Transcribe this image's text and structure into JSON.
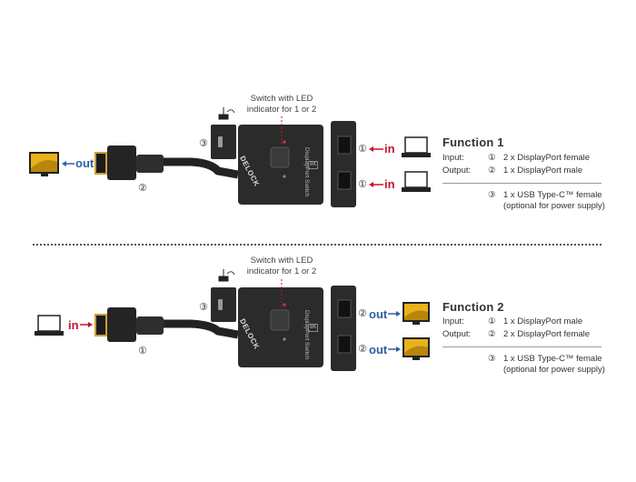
{
  "panel1": {
    "switch_caption": [
      "Switch with LED",
      "indicator for 1 or 2"
    ],
    "device_brand": "DELOCK",
    "device_product": "DisplayPort Switch",
    "device_badge": "8K",
    "cable_marker": "②",
    "usbc_marker": "③",
    "port_markers": [
      "①",
      "①"
    ],
    "left_arrow_label": "out",
    "right_arrow_labels": [
      "in",
      "in"
    ],
    "function_title": "Function  1",
    "input_label": "Input:",
    "input_num": "①",
    "input_value": "2 x DisplayPort female",
    "output_label": "Output:",
    "output_num": "②",
    "output_value": "1 x DisplayPort male",
    "power_num": "③",
    "power_line1": "1 x USB Type-C™ female",
    "power_line2": "(optional for power supply)"
  },
  "panel2": {
    "switch_caption": [
      "Switch with LED",
      "indicator for 1 or 2"
    ],
    "device_brand": "DELOCK",
    "device_product": "DisplayPort Switch",
    "device_badge": "8K",
    "cable_marker": "①",
    "usbc_marker": "③",
    "port_markers": [
      "②",
      "②"
    ],
    "left_arrow_label": "in",
    "right_arrow_labels": [
      "out",
      "out"
    ],
    "function_title": "Function  2",
    "input_label": "Input:",
    "input_num": "①",
    "input_value": "1 x DisplayPort male",
    "output_label": "Output:",
    "output_num": "②",
    "output_value": "2 x DisplayPort female",
    "power_num": "③",
    "power_line1": "1 x USB Type-C™ female",
    "power_line2": "(optional for power supply)"
  },
  "colors": {
    "device": "#2b2b2b",
    "accent_red": "#c8102e",
    "accent_blue": "#2b5fa5",
    "connector_gold": "#c9a03a",
    "monitor_screen": "#e9b21a"
  }
}
